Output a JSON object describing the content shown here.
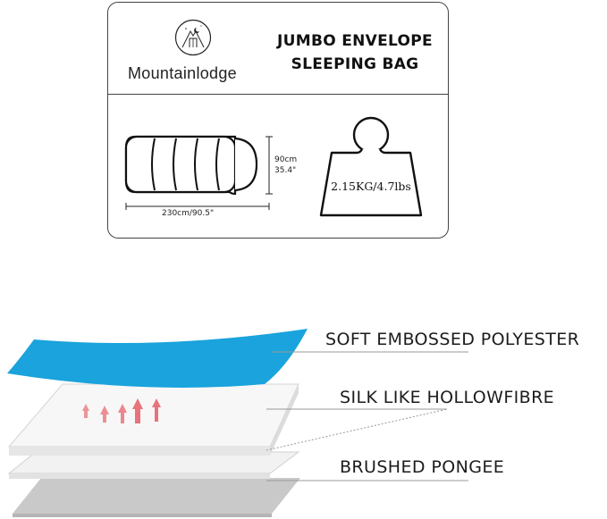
{
  "card": {
    "brand": "Mountainlodge",
    "title_line1": "JUMBO ENVELOPE",
    "title_line2": "SLEEPING BAG",
    "height_cm": "90cm",
    "height_in": "35.4\"",
    "length": "230cm/90.5\"",
    "weight": "2.15KG/4.7lbs"
  },
  "layers": [
    {
      "label": "SOFT EMBOSSED POLYESTER"
    },
    {
      "label": "SILK LIKE HOLLOWFIBRE"
    },
    {
      "label": "BRUSHED PONGEE"
    }
  ],
  "colors": {
    "polyester": "#1aa3dc",
    "hollowfibre": "#f7f7f7",
    "pongee": "#c9c9c9",
    "arrow": "#e8737a"
  },
  "icons": [
    "mountain-logo-icon",
    "sleeping-bag-icon",
    "weight-icon",
    "heat-arrow-icon"
  ]
}
